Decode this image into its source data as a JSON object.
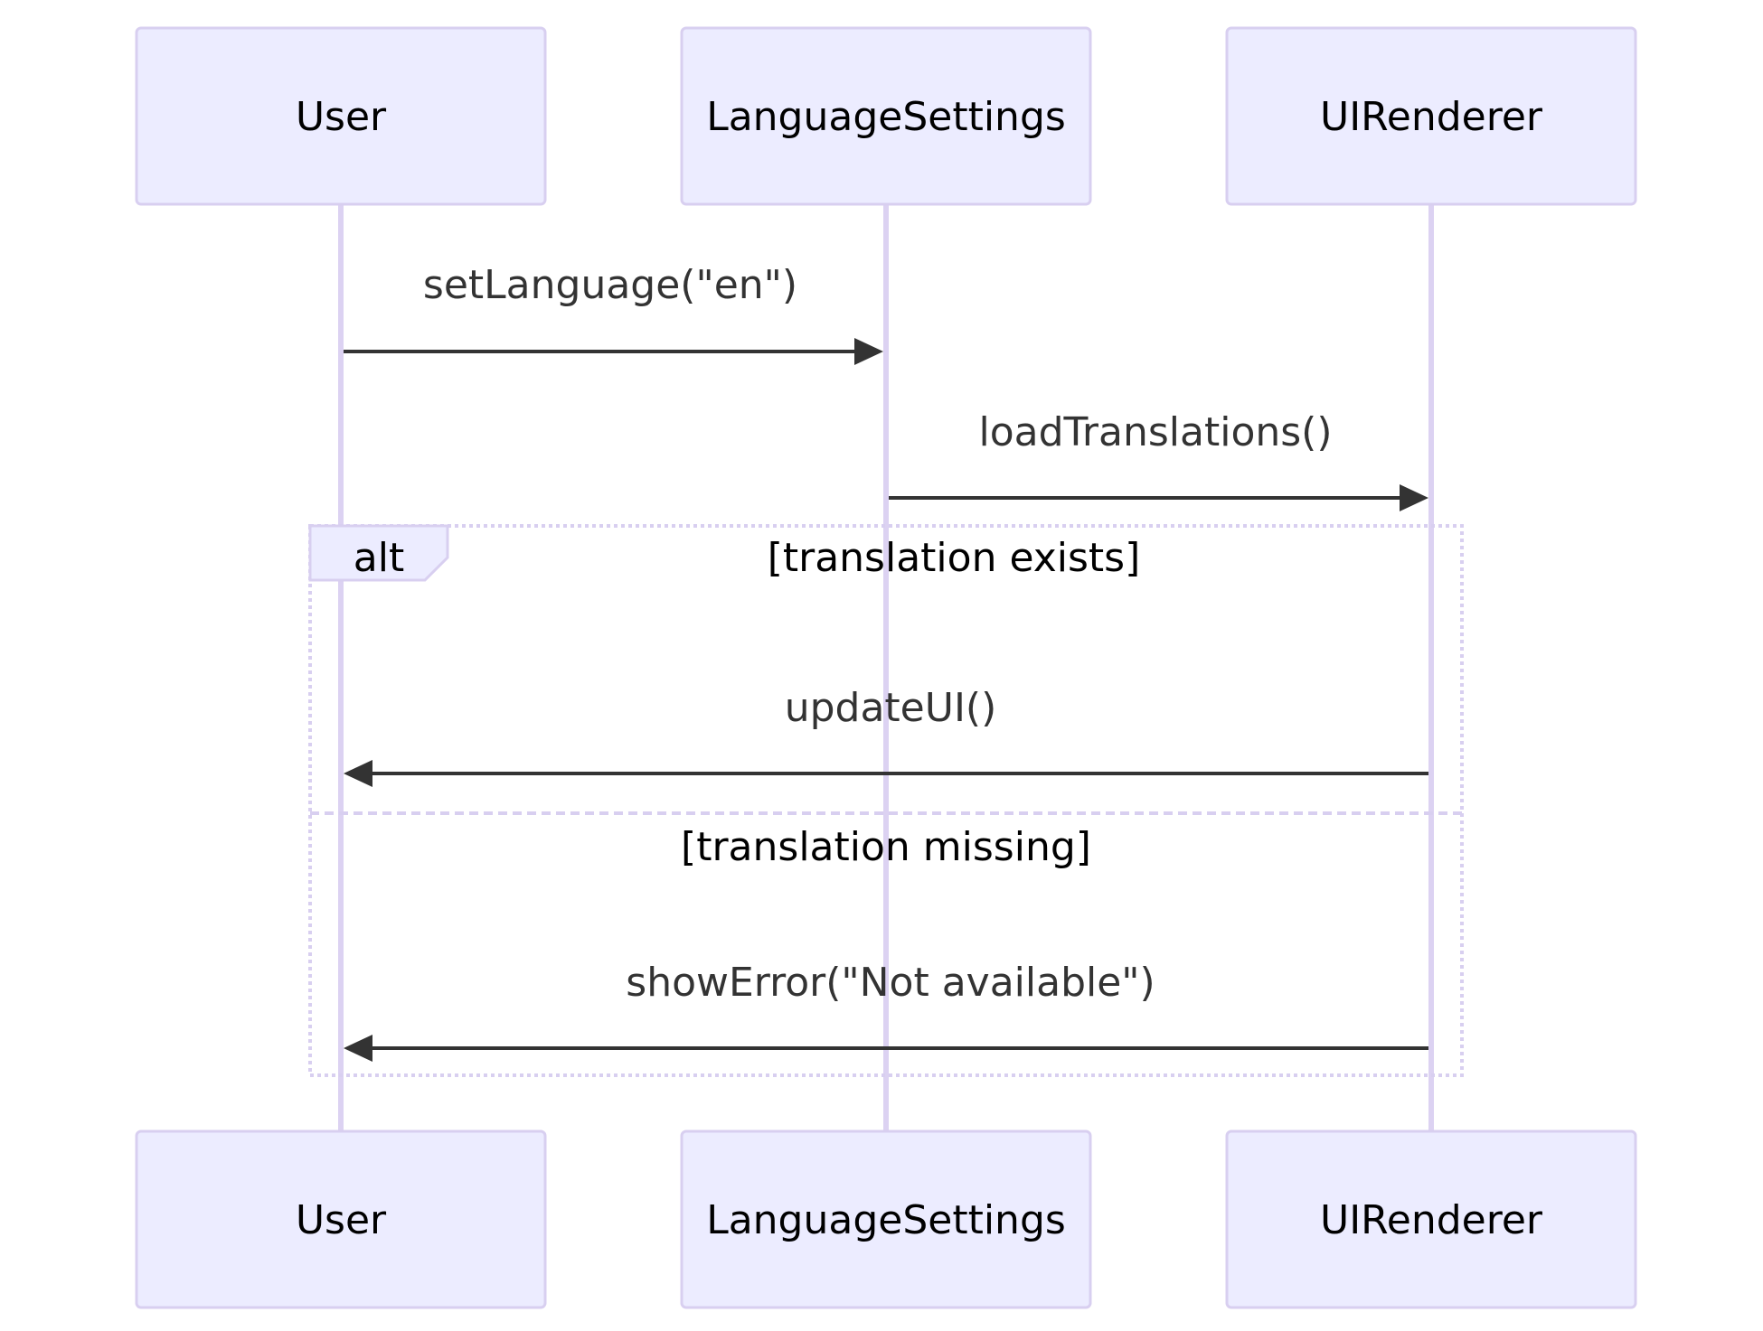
{
  "diagram": {
    "type": "sequence",
    "participants": [
      {
        "id": "user",
        "name": "User"
      },
      {
        "id": "settings",
        "name": "LanguageSettings"
      },
      {
        "id": "renderer",
        "name": "UIRenderer"
      }
    ],
    "messages": [
      {
        "from": "user",
        "to": "settings",
        "label": "setLanguage(\"en\")"
      },
      {
        "from": "settings",
        "to": "renderer",
        "label": "loadTranslations()"
      },
      {
        "from": "renderer",
        "to": "user",
        "label": "updateUI()"
      },
      {
        "from": "renderer",
        "to": "user",
        "label": "showError(\"Not available\")"
      }
    ],
    "alt_fragment": {
      "keyword": "alt",
      "branches": [
        {
          "condition": "[translation exists]"
        },
        {
          "condition": "[translation missing]"
        }
      ]
    },
    "colors": {
      "actor_fill": "#ECECFF",
      "actor_stroke": "#D8CFF0",
      "lifeline": "#DCD2F2",
      "message": "#333333"
    }
  }
}
